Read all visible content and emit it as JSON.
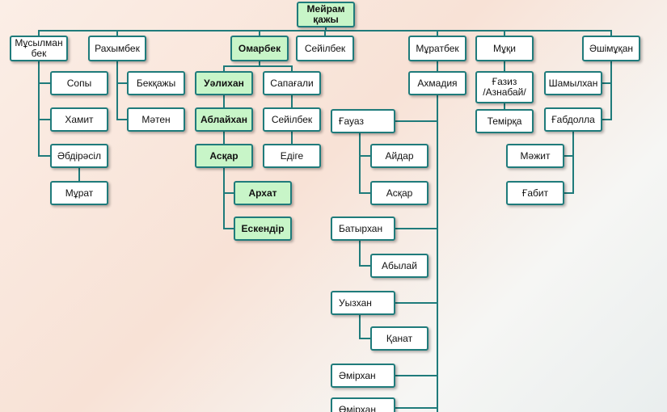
{
  "colors": {
    "line": "#1f7b7b",
    "highlight": "#c8f5c8",
    "node_bg": "#ffffff"
  },
  "nodes": [
    {
      "id": "meiram",
      "label": "Мейрам\nқажы",
      "highlight": true
    },
    {
      "id": "musylman",
      "label": "Мұсылман\nбек"
    },
    {
      "id": "rakhymbek",
      "label": "Рахымбек"
    },
    {
      "id": "omarbek",
      "label": "Омарбек",
      "highlight": true
    },
    {
      "id": "seilbek1",
      "label": "Сейілбек"
    },
    {
      "id": "muratbek",
      "label": "Мұратбек"
    },
    {
      "id": "muki",
      "label": "Мұқи"
    },
    {
      "id": "ashimukan",
      "label": "Әшімұқан"
    },
    {
      "id": "sopy",
      "label": "Сопы"
    },
    {
      "id": "khamit",
      "label": "Хамит"
    },
    {
      "id": "abdiresil",
      "label": "Әбдірәсіл"
    },
    {
      "id": "murat",
      "label": "Мұрат"
    },
    {
      "id": "bekkazhy",
      "label": "Бекқажы"
    },
    {
      "id": "meten",
      "label": "Мәтен"
    },
    {
      "id": "ualikhan",
      "label": "Уәлихан",
      "highlight": true
    },
    {
      "id": "ablaikhan",
      "label": "Аблайхан",
      "highlight": true
    },
    {
      "id": "askar1",
      "label": "Асқар",
      "highlight": true
    },
    {
      "id": "arkhat",
      "label": "Архат",
      "highlight": true
    },
    {
      "id": "eskendir",
      "label": "Ескендір",
      "highlight": true
    },
    {
      "id": "sapagali",
      "label": "Сапағали"
    },
    {
      "id": "seilbek2",
      "label": "Сейілбек"
    },
    {
      "id": "edige",
      "label": "Едіге"
    },
    {
      "id": "akhmadiya",
      "label": "Ахмадия"
    },
    {
      "id": "gauaz",
      "label": "Ғауаз"
    },
    {
      "id": "aidar",
      "label": "Айдар"
    },
    {
      "id": "askar2",
      "label": "Асқар"
    },
    {
      "id": "batyrkhan",
      "label": "Батырхан"
    },
    {
      "id": "abylai",
      "label": "Абылай"
    },
    {
      "id": "uyzkhan",
      "label": "Уызхан"
    },
    {
      "id": "kanat",
      "label": "Қанат"
    },
    {
      "id": "amirkhan",
      "label": "Әмірхан"
    },
    {
      "id": "omirkhan",
      "label": "Өмірхан"
    },
    {
      "id": "gaziz",
      "label": "Ғазиз\n/Азнабай/"
    },
    {
      "id": "temirka",
      "label": "Темірқа"
    },
    {
      "id": "shamylkhan",
      "label": "Шамылхан"
    },
    {
      "id": "gabdolla",
      "label": "Ғабдолла"
    },
    {
      "id": "mazhit",
      "label": "Мәжит"
    },
    {
      "id": "gabit",
      "label": "Ғабит"
    }
  ]
}
